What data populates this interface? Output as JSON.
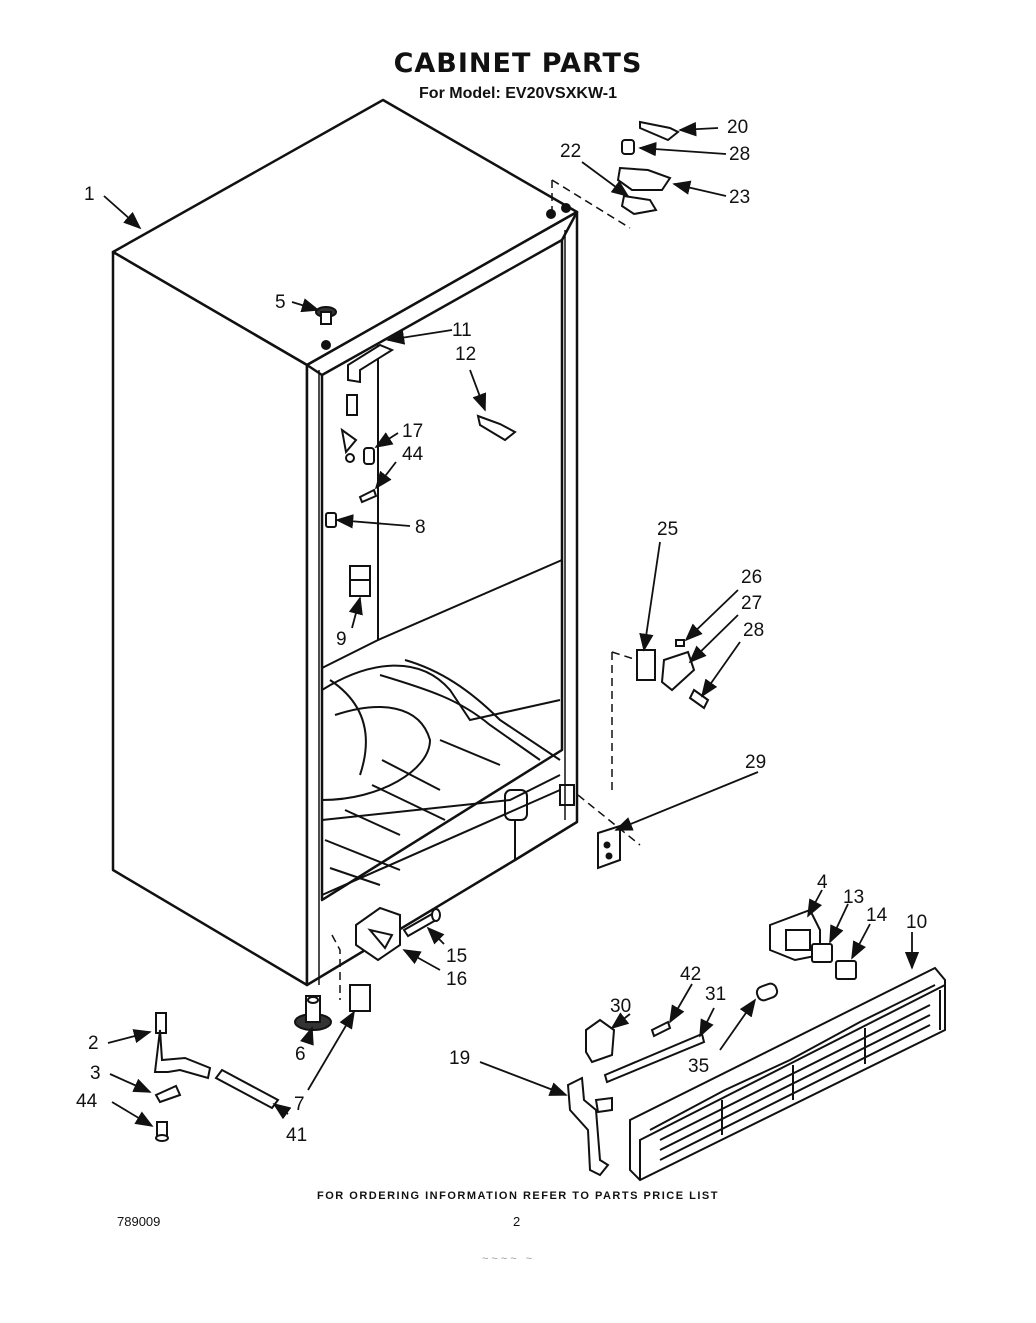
{
  "header": {
    "title": "CABINET PARTS",
    "subtitle": "For Model: EV20VSXKW-1"
  },
  "footer": {
    "ordering_note": "FOR ORDERING INFORMATION REFER TO PARTS PRICE LIST",
    "drawing_code": "789009",
    "page_number": "2",
    "scribble": "~~~~  ~"
  },
  "callouts": {
    "n1": "1",
    "n2": "2",
    "n3": "3",
    "n4": "4",
    "n5": "5",
    "n6": "6",
    "n7": "7",
    "n8": "8",
    "n9": "9",
    "n10": "10",
    "n11": "11",
    "n12": "12",
    "n13": "13",
    "n14": "14",
    "n15": "15",
    "n16": "16",
    "n17": "17",
    "n19": "19",
    "n20": "20",
    "n22": "22",
    "n23": "23",
    "n25": "25",
    "n26": "26",
    "n27": "27",
    "n28a": "28",
    "n28b": "28",
    "n29": "29",
    "n30": "30",
    "n31": "31",
    "n35": "35",
    "n41": "41",
    "n42": "42",
    "n44a": "44",
    "n44b": "44"
  }
}
